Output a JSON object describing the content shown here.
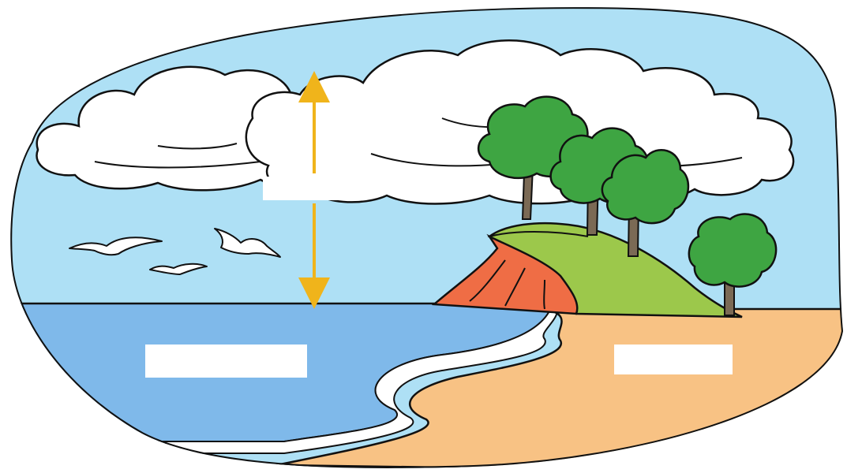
{
  "diagram": {
    "labels": {
      "sea": "",
      "land": "",
      "air": ""
    },
    "elements": [
      "sky",
      "clouds",
      "sea",
      "beach",
      "hill",
      "cliff",
      "trees",
      "birds",
      "arrow"
    ],
    "colors": {
      "sky": "#aee0f5",
      "sea": "#7fb9ea",
      "sand": "#f8c284",
      "hill": "#9cc84b",
      "cliff": "#ef6d45",
      "foliage": "#3ea542",
      "trunk": "#7b6a55",
      "arrow": "#f0b41b",
      "cloud": "#ffffff",
      "outline": "#111111"
    }
  }
}
